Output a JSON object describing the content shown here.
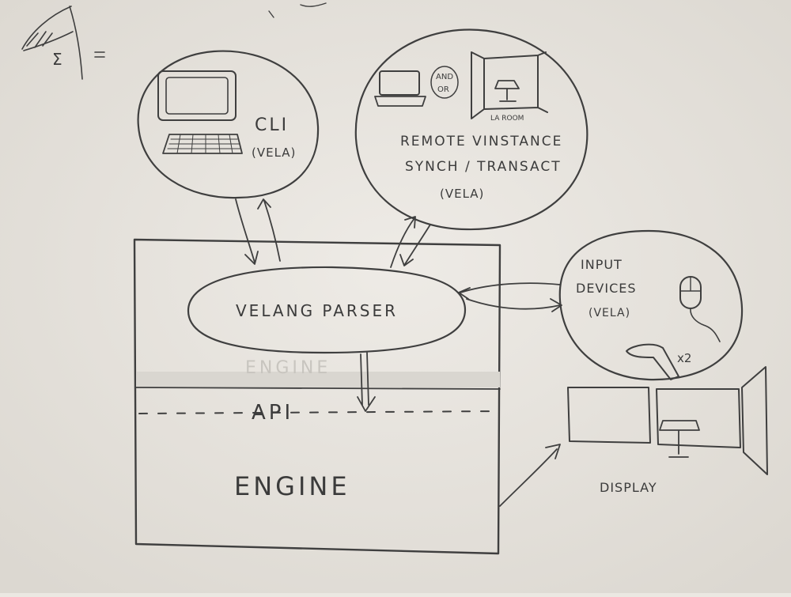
{
  "diagram": {
    "cli": {
      "title": "CLI",
      "subtitle": "(VELA)"
    },
    "remote": {
      "and_or": [
        "AND",
        "OR"
      ],
      "room_label": "LA ROOM",
      "line1": "REMOTE VINSTANCE",
      "line2": "SYNCH / TRANSACT",
      "line3": "(VELA)"
    },
    "parser": {
      "label": "VELANG PARSER"
    },
    "ghost_label": "ENGINE",
    "api": {
      "label": "API"
    },
    "engine": {
      "label": "ENGINE"
    },
    "input_devices": {
      "line1": "INPUT",
      "line2": "DEVICES",
      "line3": "(VELA)",
      "count": "x2"
    },
    "display": {
      "label": "DISPLAY"
    },
    "corner_mark": "Σ"
  }
}
